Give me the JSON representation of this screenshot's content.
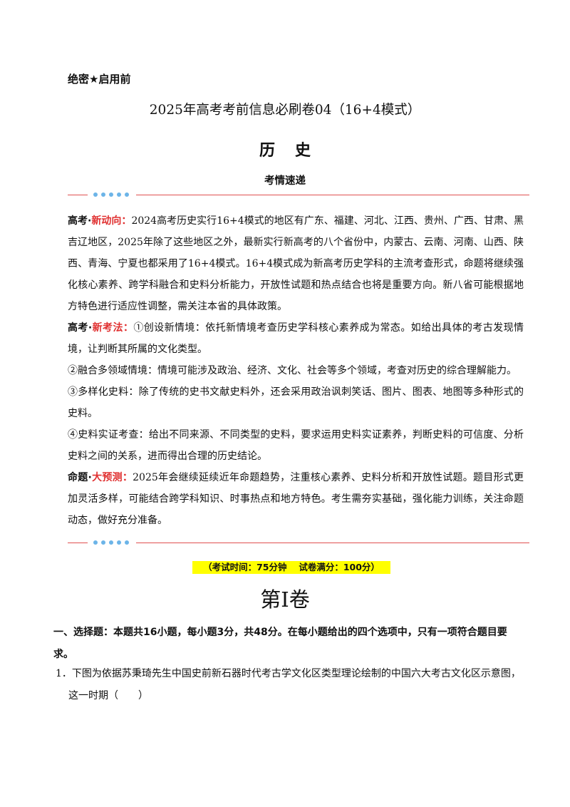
{
  "header": {
    "secret": "绝密★启用前",
    "title": "2025年高考考前信息必刷卷04（16+4模式）",
    "subject": "历史",
    "subtitle": "考情速递"
  },
  "accents": {
    "red": "#e03030",
    "divider_line": "#e05050",
    "divider_dots": "#6cb4e8",
    "highlight": "#ffff00"
  },
  "sections": [
    {
      "label_black": "高考·",
      "label_red": "新动向",
      "label_colon": "：",
      "paragraphs": [
        "2024高考历史实行16+4模式的地区有广东、福建、河北、江西、贵州、广西、甘肃、黑吉辽地区，2025年除了这些地区之外，最新实行新高考的八个省份中，内蒙古、云南、河南、山西、陕西、青海、宁夏也都采用了16+4模式。16+4模式成为新高考历史学科的主流考查形式，命题将继续强化核心素养、跨学科融合和史料分析能力，开放性试题和热点结合也将是重要方向。新八省可能根据地方特色进行适应性调整，需关注本省的具体政策。"
      ]
    },
    {
      "label_black": "高考·",
      "label_red": "新考法",
      "label_colon": "：",
      "paragraphs": [
        "①创设新情境：依托新情境考查历史学科核心素养成为常态。如给出具体的考古发现情境，让判断其所属的文化类型。",
        "②融合多领域情境：情境可能涉及政治、经济、文化、社会等多个领域，考查对历史的综合理解能力。",
        "③多样化史料：除了传统的史书文献史料外，还会采用政治讽刺笑话、图片、图表、地图等多种形式的史料。",
        "④史料实证考查：给出不同来源、不同类型的史料，要求运用史料实证素养，判断史料的可信度、分析史料之间的关系，进而得出合理的历史结论。"
      ]
    },
    {
      "label_black": "命题·",
      "label_red": "大预测",
      "label_colon": "：",
      "paragraphs": [
        "2025年会继续延续近年命题趋势，注重核心素养、史料分析和开放性试题。题目形式更加灵活多样，可能结合跨学科知识、时事热点和地方特色。考生需夯实基础，强化能力训练，关注命题动态，做好充分准备。"
      ]
    }
  ],
  "exam_time": "（考试时间：75分钟　 试卷满分：100分）",
  "volume_title": "第Ⅰ卷",
  "section_heading": "一、选择题：本题共16小题，每小题3分，共48分。在每小题给出的四个选项中，只有一项符合题目要求。",
  "question1": {
    "number": "1．",
    "text_line1": "下图为依据苏秉琦先生中国史前新石器时代考古学文化区类型理论绘制的中国六大考古文化区示意图，",
    "text_line2": "这一时期（　　）"
  }
}
